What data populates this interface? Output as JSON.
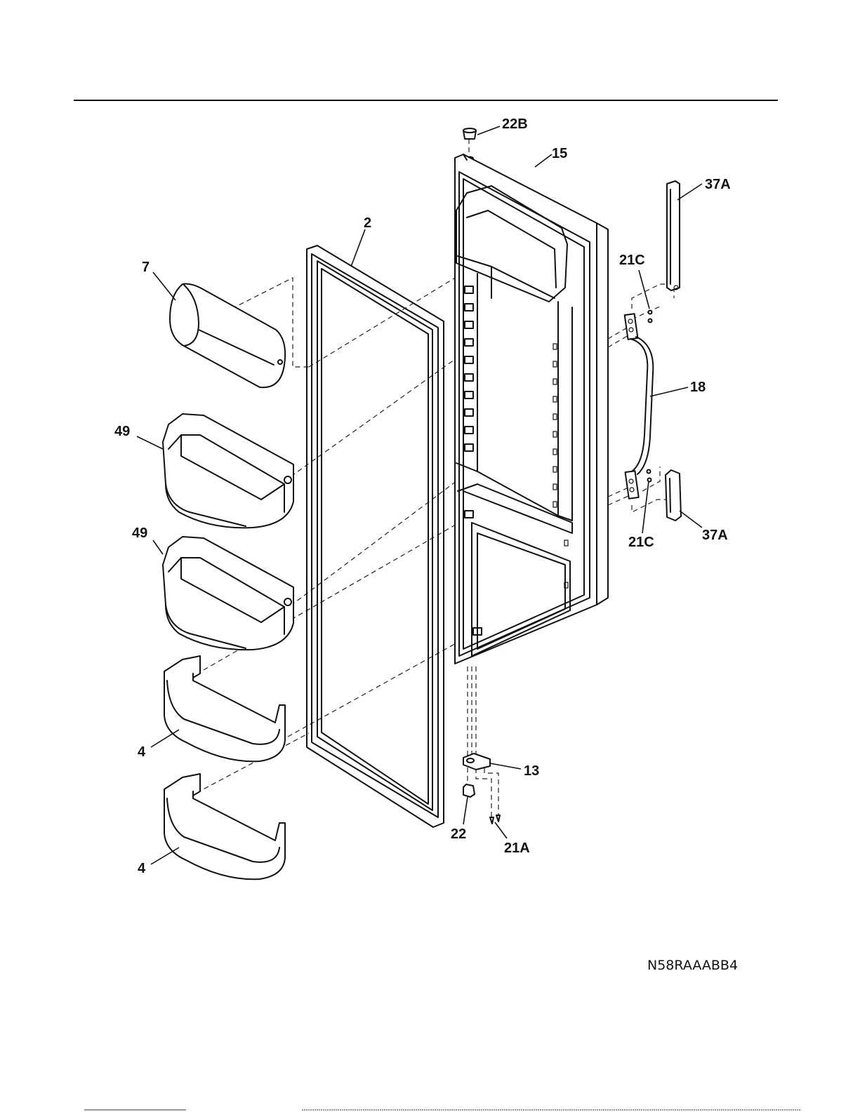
{
  "callouts": {
    "c22B": "22B",
    "c15": "15",
    "c2": "2",
    "c7": "7",
    "c21C_top": "21C",
    "c37A_top": "37A",
    "c18": "18",
    "c49_top": "49",
    "c49_bottom": "49",
    "c21C_bottom": "21C",
    "c37A_bottom": "37A",
    "c4_top": "4",
    "c4_bottom": "4",
    "c13": "13",
    "c22": "22",
    "c21A": "21A"
  },
  "diagram_code": "N58RAAABB4"
}
